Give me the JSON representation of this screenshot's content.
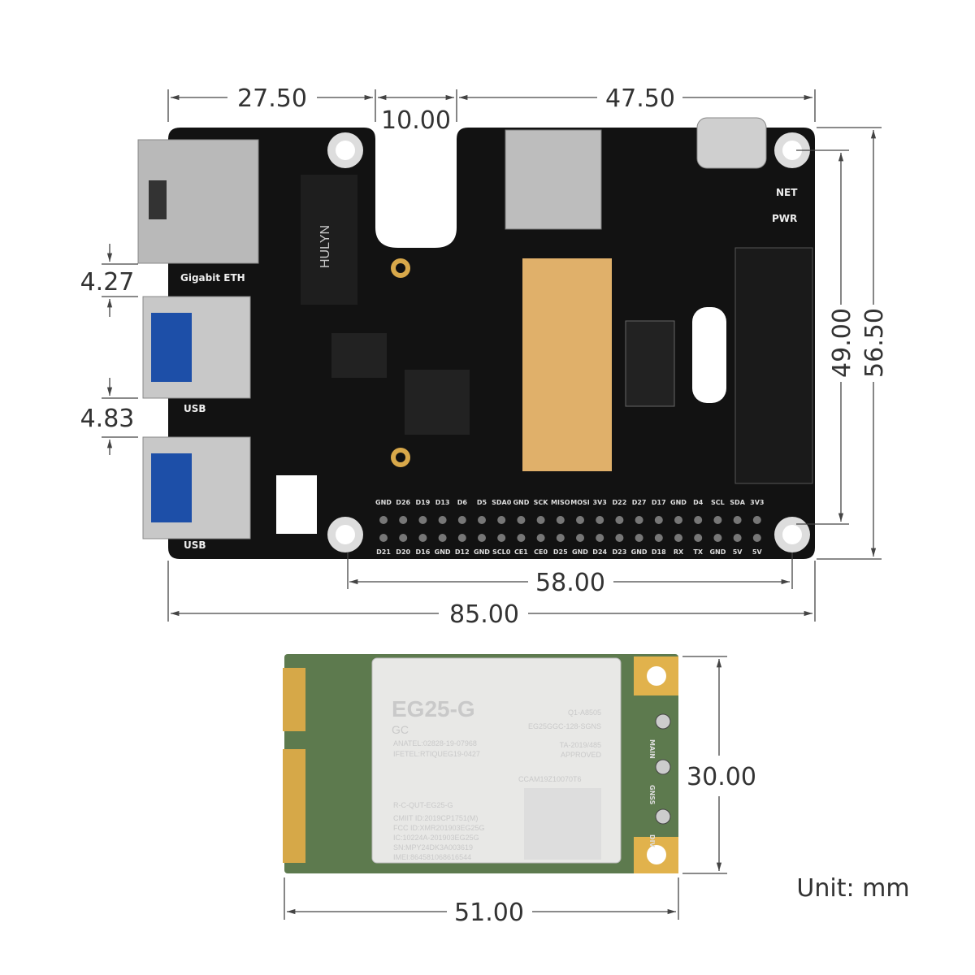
{
  "dimensions": {
    "top_left": "27.50",
    "top_gap": "10.00",
    "top_right": "47.50",
    "left_upper": "4.27",
    "left_lower": "4.83",
    "right_inner": "49.00",
    "right_outer": "56.50",
    "hole_spacing": "58.00",
    "board_width": "85.00",
    "card_height": "30.00",
    "card_width": "51.00",
    "unit": "Unit: mm"
  },
  "board": {
    "color": "#111111",
    "ethernet_label": "Gigabit ETH",
    "usb_label_1": "USB",
    "usb_label_2": "USB",
    "net_label": "NET",
    "pwr_label": "PWR",
    "chip_label": "HULYN",
    "header_top": [
      "GND",
      "D26",
      "D19",
      "D13",
      "D6",
      "D5",
      "SDA0",
      "GND",
      "SCK",
      "MISO",
      "MOSI",
      "3V3",
      "D22",
      "D27",
      "D17",
      "GND",
      "D4",
      "SCL",
      "SDA",
      "3V3"
    ],
    "header_bottom": [
      "D21",
      "D20",
      "D16",
      "GND",
      "D12",
      "GND",
      "SCL0",
      "CE1",
      "CE0",
      "D25",
      "GND",
      "D24",
      "D23",
      "GND",
      "D18",
      "RX",
      "TX",
      "GND",
      "5V",
      "5V"
    ]
  },
  "module": {
    "pcb_color": "#5d7a4e",
    "model": "EG25-G",
    "variant": "GC",
    "lines_left": [
      "ANATEL:02828-19-07968",
      "IFETEL:RTIQUEG19-0427",
      "R-C-QUT-EG25-G",
      "CMIIT ID:2019CP1751(M)",
      "FCC ID:XMR201903EG25G",
      "IC:10224A-201903EG25G",
      "SN:MPY24DK3A003619",
      "IMEI:864581068616544"
    ],
    "lines_right": [
      "Q1-A8505",
      "EG25GGC-128-SGNS",
      "TA-2019/485",
      "APPROVED",
      "CCAM19Z10070T6"
    ],
    "ant_labels": [
      "MAIN",
      "GNSS",
      "DIV"
    ]
  }
}
